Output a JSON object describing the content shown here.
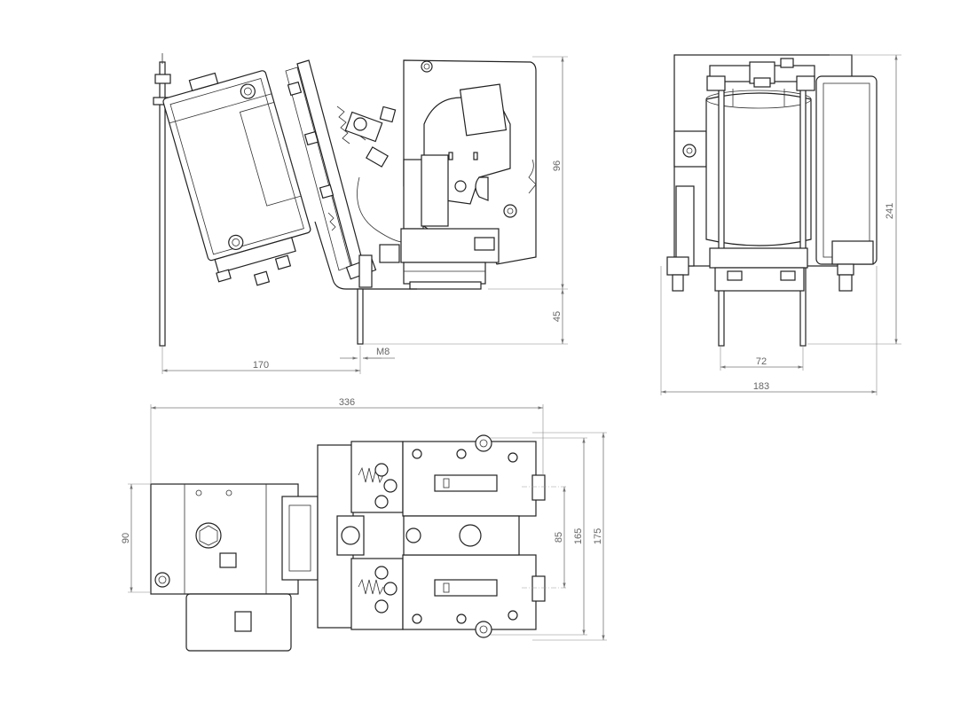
{
  "dimensions": {
    "side_view": {
      "height_96": "96",
      "height_45": "45",
      "width_170": "170",
      "thread_m8": "M8"
    },
    "front_view": {
      "height_241": "241",
      "width_72": "72",
      "width_183": "183"
    },
    "top_view": {
      "width_336": "336",
      "depth_90": "90",
      "depth_85": "85",
      "depth_165": "165",
      "depth_175": "175"
    }
  }
}
